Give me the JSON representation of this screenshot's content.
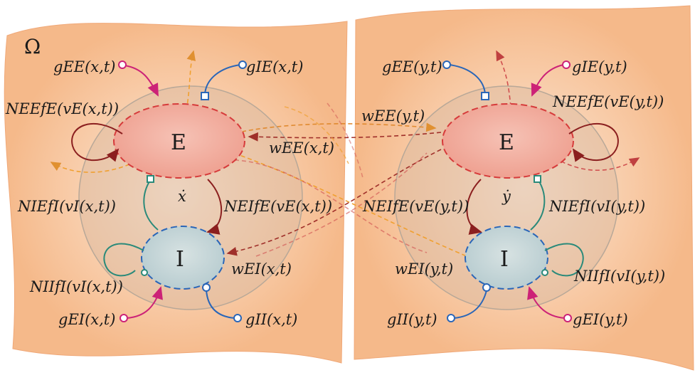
{
  "diagram": {
    "domain_symbol": "Ω",
    "left": {
      "e_node": "E",
      "i_node": "I",
      "state_var": "ẋ",
      "labels": {
        "g_ee": "gEE(x,t)",
        "g_ie": "gIE(x,t)",
        "g_ei": "gEI(x,t)",
        "g_ii": "gII(x,t)",
        "n_ee": "NEEfE(vE(x,t))",
        "n_ie": "NIEfI(vI(x,t))",
        "n_ei": "NEIfE(vE(x,t))",
        "n_ii": "NIIfI(vI(x,t))",
        "w_ee": "wEE(x,t)",
        "w_ei": "wEI(x,t)"
      }
    },
    "right": {
      "e_node": "E",
      "i_node": "I",
      "state_var": "ẏ",
      "labels": {
        "g_ee": "gEE(y,t)",
        "g_ie": "gIE(y,t)",
        "g_ei": "gEI(y,t)",
        "g_ii": "gII(y,t)",
        "n_ee": "NEEfE(vE(y,t))",
        "n_ie": "NIEfI(vI(y,t))",
        "n_ei": "NEIfE(vE(y,t))",
        "n_ii": "NIIfI(vI(y,t))",
        "w_ee": "wEE(y,t)",
        "w_ei": "wEI(y,t)"
      }
    },
    "colors": {
      "sheet": "#f7c49a",
      "excitatory": "#d63b3b",
      "inhibitory": "#2a66b8",
      "external_input": "#cc2277",
      "self_loop_e": "#8b1f1f",
      "self_loop_i": "#2a8a7a",
      "long_range": "#f0a030"
    }
  }
}
